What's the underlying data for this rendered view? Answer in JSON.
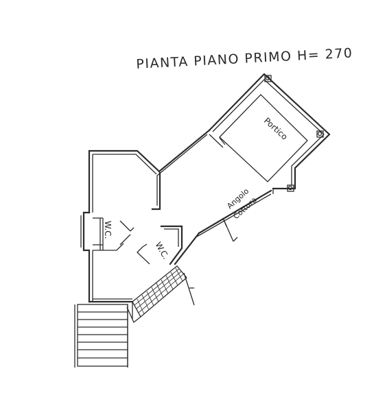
{
  "title": "PIANTA PIANO PRIMO H= 270",
  "rooms": {
    "portico": "Portico",
    "kitchen_line1": "Angolo",
    "kitchen_line2": "Cottura",
    "wc_left": "W.C.",
    "wc_center": "W.C."
  }
}
